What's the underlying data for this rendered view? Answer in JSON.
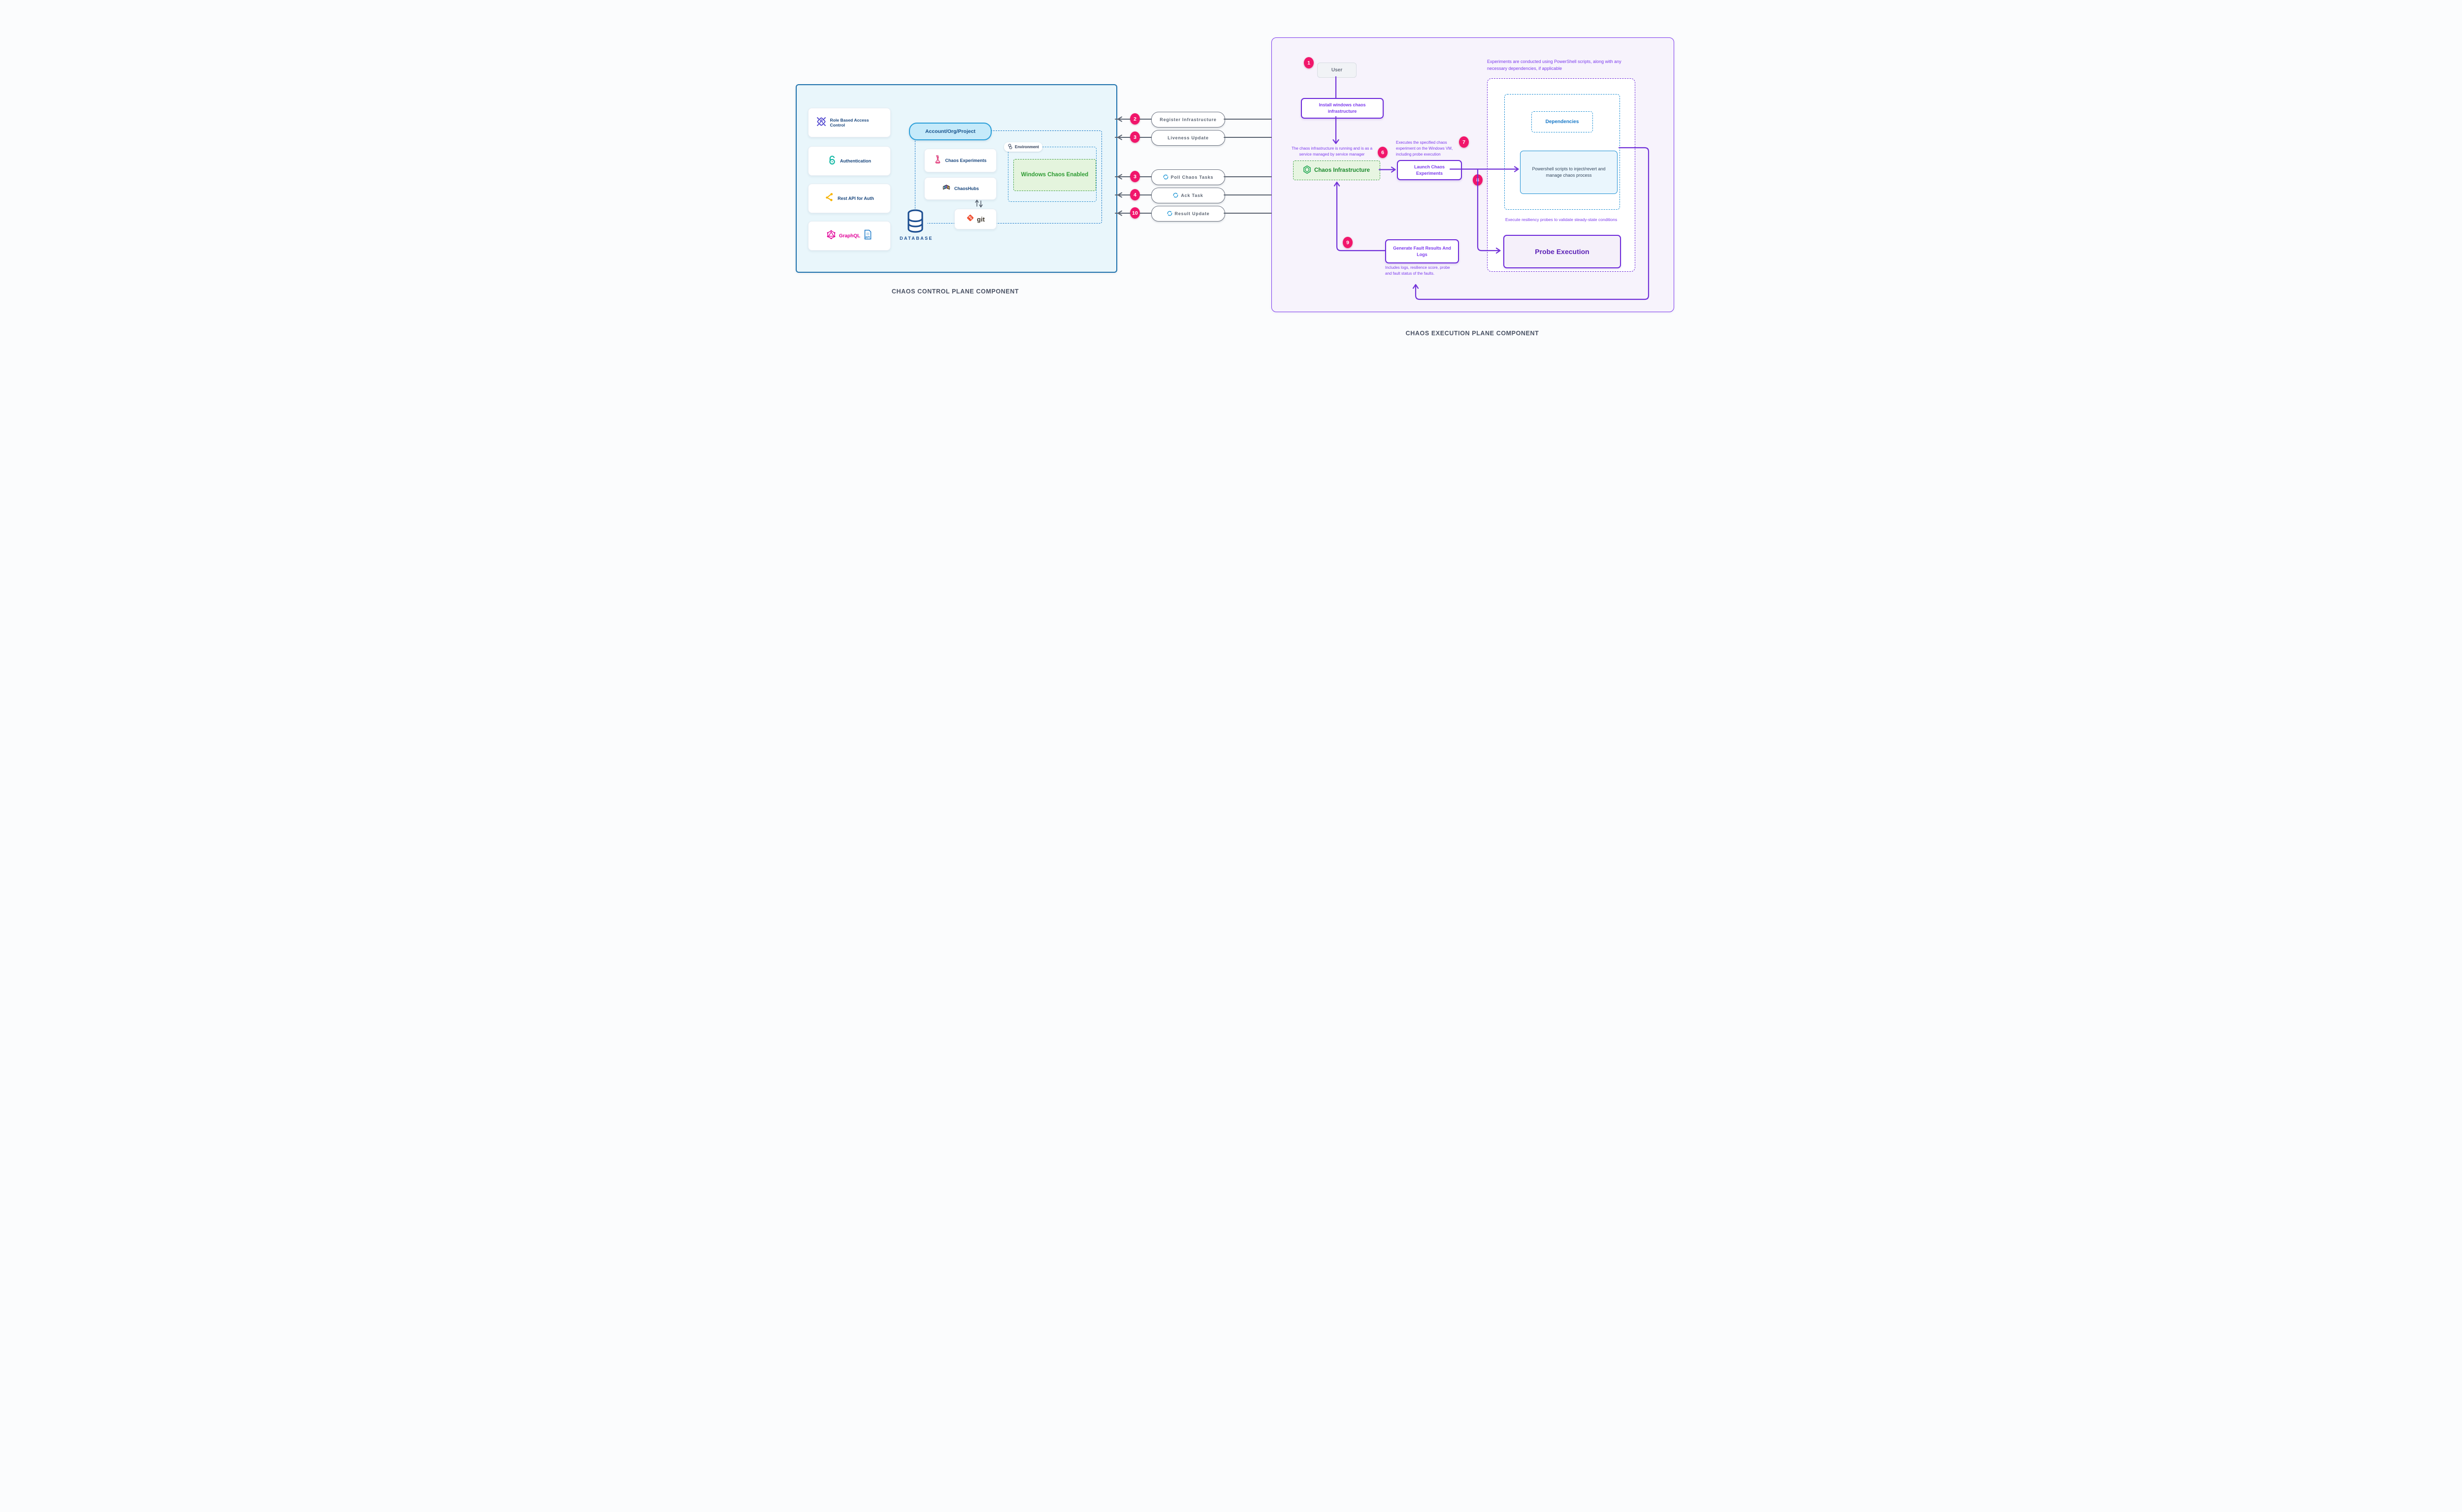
{
  "titles": {
    "left": "CHAOS CONTROL PLANE COMPONENT",
    "right": "CHAOS EXECUTION PLANE COMPONENT"
  },
  "control_plane": {
    "cards": [
      {
        "label": "Role Based Access Control",
        "icon": "rbac-icon"
      },
      {
        "label": "Authentication",
        "icon": "auth-lock-icon"
      },
      {
        "label": "Rest API for Auth",
        "icon": "rest-api-icon"
      },
      {
        "label": "GraphQL",
        "icon": "graphql-icon"
      }
    ],
    "api_doc_label": "API",
    "account_pill": "Account/Org/Project",
    "chaos_experiments": "Chaos Experiments",
    "chaoshubs": "ChaosHubs",
    "environment_label": "Environment",
    "windows_chaos": "Windows Chaos Enabled",
    "git_label": "git",
    "database_label": "DATABASE"
  },
  "connectors": [
    {
      "num": "2",
      "label": "Register Infrastructure",
      "icon": "none"
    },
    {
      "num": "3",
      "label": "Liveness Update",
      "icon": "none"
    },
    {
      "num": "3",
      "label": "Poll Chaos Tasks",
      "icon": "sync-icon"
    },
    {
      "num": "4",
      "label": "Ack Task",
      "icon": "sync-icon"
    },
    {
      "num": "10",
      "label": "Result Update",
      "icon": "sync-icon"
    }
  ],
  "execution_plane": {
    "badge_user": "1",
    "user": "User",
    "install": "Install windows chaos infrastructure",
    "note_service": "The chaos infrastructure is running and is as a service managed by service manager",
    "badge_service": "6",
    "chaos_infrastructure": "Chaos Infrastructure",
    "note_execute": "Executes the specified chaos experiment on the Windows VM, including probe execution",
    "badge_execute": "7",
    "launch": "Launch Chaos Experiments",
    "badge_scripts": "8",
    "note_top": "Experiments are conducted using PowerShell scripts, along with any necessary dependencies, if applicable",
    "dependencies": "Dependencies",
    "powershell": "Powershell scripts to inject/revert and manage chaos process",
    "note_probes": "Execute resiliency probes to validate steady-state conditions",
    "probe_execution": "Probe Execution",
    "badge_results": "9",
    "generate": "Generate Fault Results And Logs",
    "note_results": "Includes logs, resilience score, probe and fault status of the faults."
  },
  "colors": {
    "badge_pink": "#F1166B",
    "purple_accent": "#7C3AED",
    "purple_border": "#6D28D9",
    "green_enabled": "#2E9B33",
    "blue_accent": "#1C8FD4",
    "navy_text": "#17457C",
    "slate_connector": "#5B6472",
    "left_panel_border": "#1F72AD",
    "left_panel_bg": "#E9F6FB",
    "right_panel_bg": "#F7F3FC",
    "git_red": "#F05133",
    "graphql_pink": "#E10098"
  }
}
